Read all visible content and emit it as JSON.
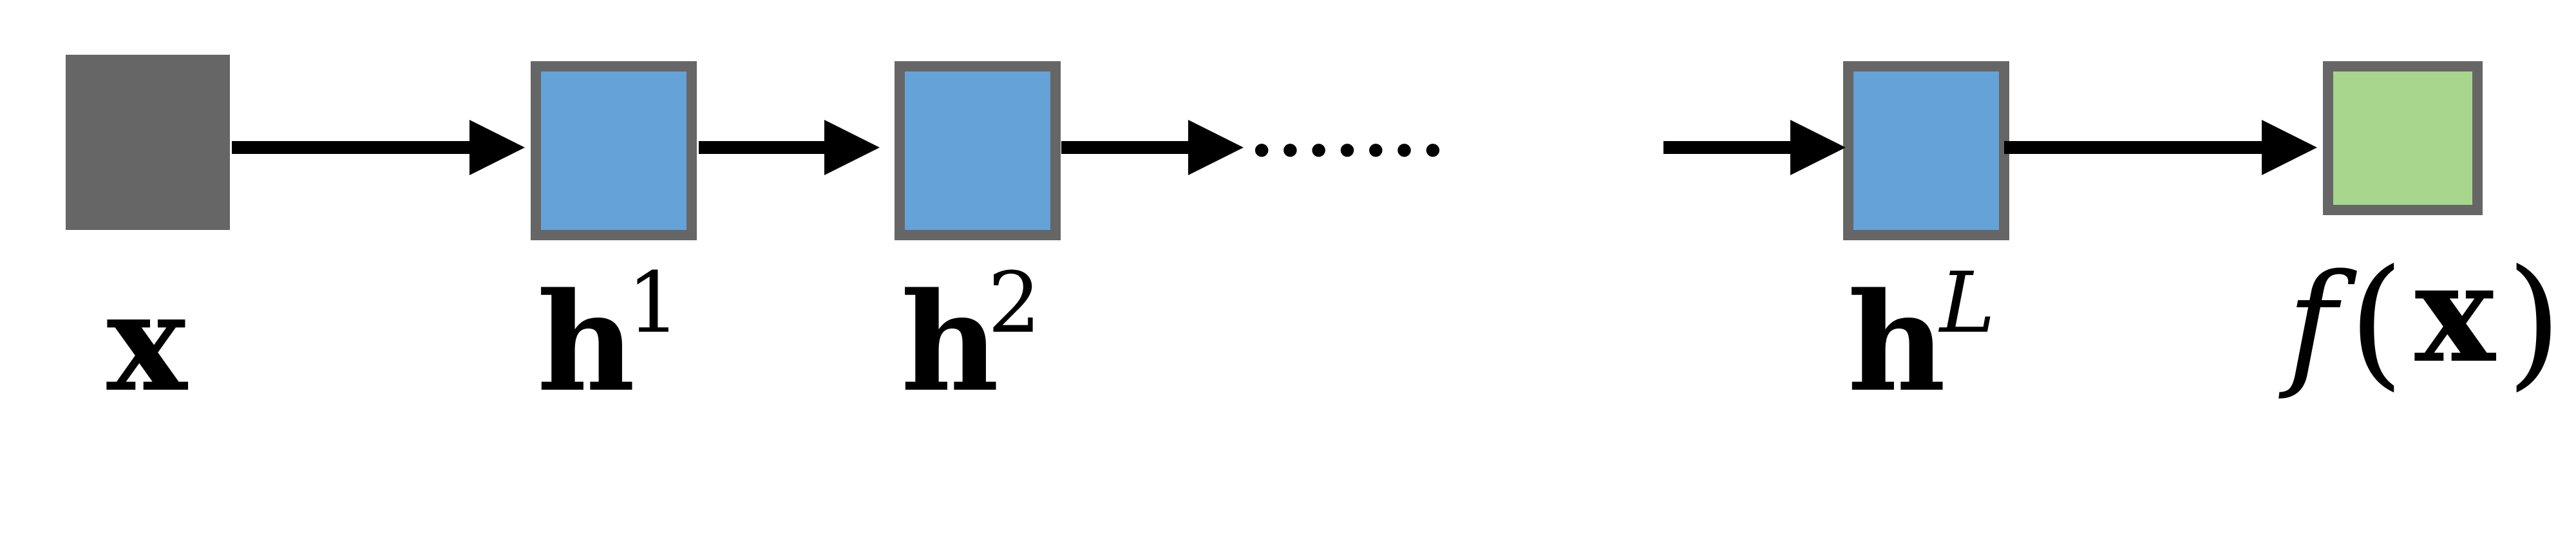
{
  "colors": {
    "input_fill": "#666666",
    "hidden_fill": "#64a2d8",
    "output_fill": "#a8d68c",
    "border": "#666666",
    "arrow": "#000000"
  },
  "nodes": {
    "input": {
      "label": "x"
    },
    "hidden1": {
      "base": "h",
      "sup": "1"
    },
    "hidden2": {
      "base": "h",
      "sup": "2"
    },
    "hiddenL": {
      "base": "h",
      "sup": "L"
    },
    "output": {
      "f": "f",
      "open": "(",
      "arg": "x",
      "close": ")"
    }
  },
  "ellipsis": "......."
}
